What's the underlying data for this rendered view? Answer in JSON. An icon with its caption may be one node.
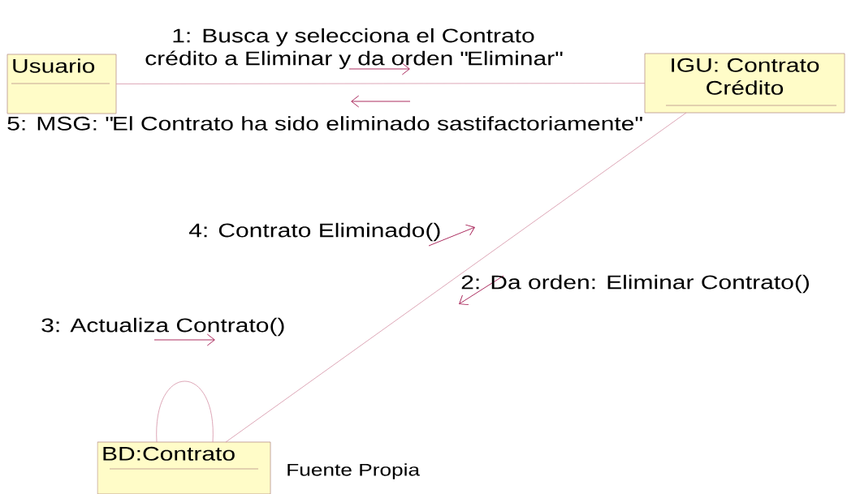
{
  "diagram": {
    "caption": "Fuente Propia",
    "nodes": [
      {
        "text": [
          "Usuario"
        ]
      },
      {
        "text": [
          "IGU: Contrato Crédito"
        ]
      },
      {
        "text": [
          "BD:Contrato"
        ]
      }
    ],
    "edges": [
      {
        "from": 0,
        "to": 1,
        "arrow": "none"
      },
      {
        "from": 1,
        "to": 2,
        "arrow": "none"
      },
      {
        "from": 2,
        "to": 2,
        "arrow": "none"
      }
    ],
    "labels": [
      "1: Busca y selecciona el Contrato crédito a Eliminar y da orden \"Eliminar\"",
      "5: MSG: \"El Contrato ha sido eliminado sastifactoriamente\"",
      "4: Contrato Eliminado()",
      "2: Da orden: Eliminar Contrato()",
      "3: Actualiza Contrato()"
    ]
  }
}
